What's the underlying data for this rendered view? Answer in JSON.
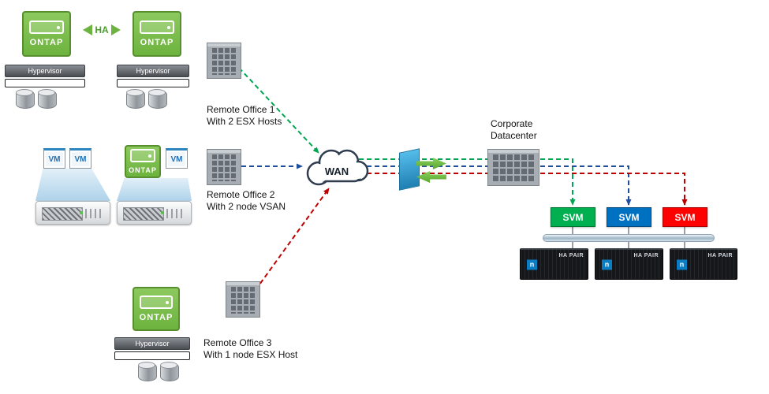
{
  "labels": {
    "ontap": "ONTAP",
    "hypervisor": "Hypervisor",
    "vm": "VM",
    "ha": "HA",
    "wan": "WAN",
    "ha_pair": "HA PAIR",
    "logo_letter": "n"
  },
  "offices": [
    {
      "line1": "Remote Office 1",
      "line2": "With 2 ESX Hosts"
    },
    {
      "line1": "Remote Office 2",
      "line2": "With 2 node VSAN"
    },
    {
      "line1": "Remote Office 3",
      "line2": "With 1 node ESX Host"
    }
  ],
  "datacenter": {
    "line1": "Corporate",
    "line2": "Datacenter"
  },
  "svms": [
    {
      "label": "SVM",
      "color": "#00B050"
    },
    {
      "label": "SVM",
      "color": "#0070C0"
    },
    {
      "label": "SVM",
      "color": "#FF0000"
    }
  ],
  "colors": {
    "office1_line": "#00A651",
    "office2_line": "#1F4E9C",
    "office3_line": "#C00000",
    "ontap_green": "#76BC43"
  }
}
